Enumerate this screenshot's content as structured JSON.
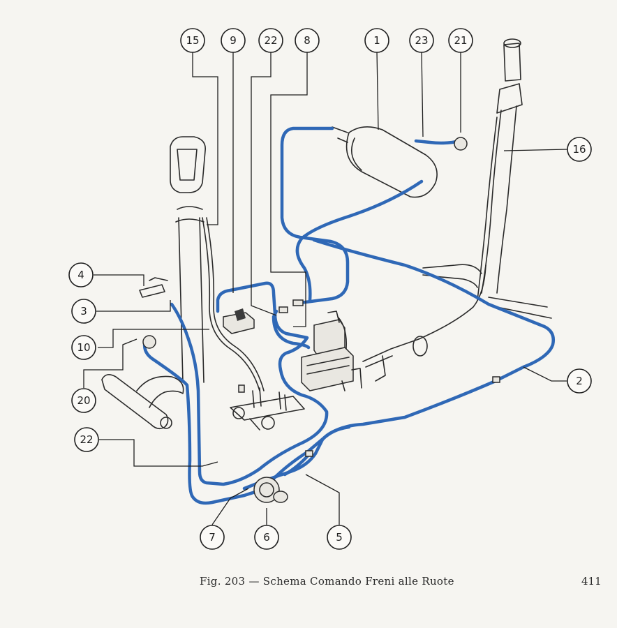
{
  "figure": {
    "caption": "Fig. 203 — Schema Comando Freni alle Ruote",
    "page_number": "411"
  },
  "callouts": {
    "c15": "15",
    "c9": "9",
    "c22_top": "22",
    "c8": "8",
    "c1": "1",
    "c23": "23",
    "c21": "21",
    "c16": "16",
    "c4": "4",
    "c3": "3",
    "c10": "10",
    "c20": "20",
    "c22_left": "22",
    "c2": "2",
    "c7": "7",
    "c6": "6",
    "c5": "5"
  },
  "colors": {
    "pipe": "#2f68b6",
    "line": "#1e1e1e",
    "paper": "#f6f5f1"
  }
}
